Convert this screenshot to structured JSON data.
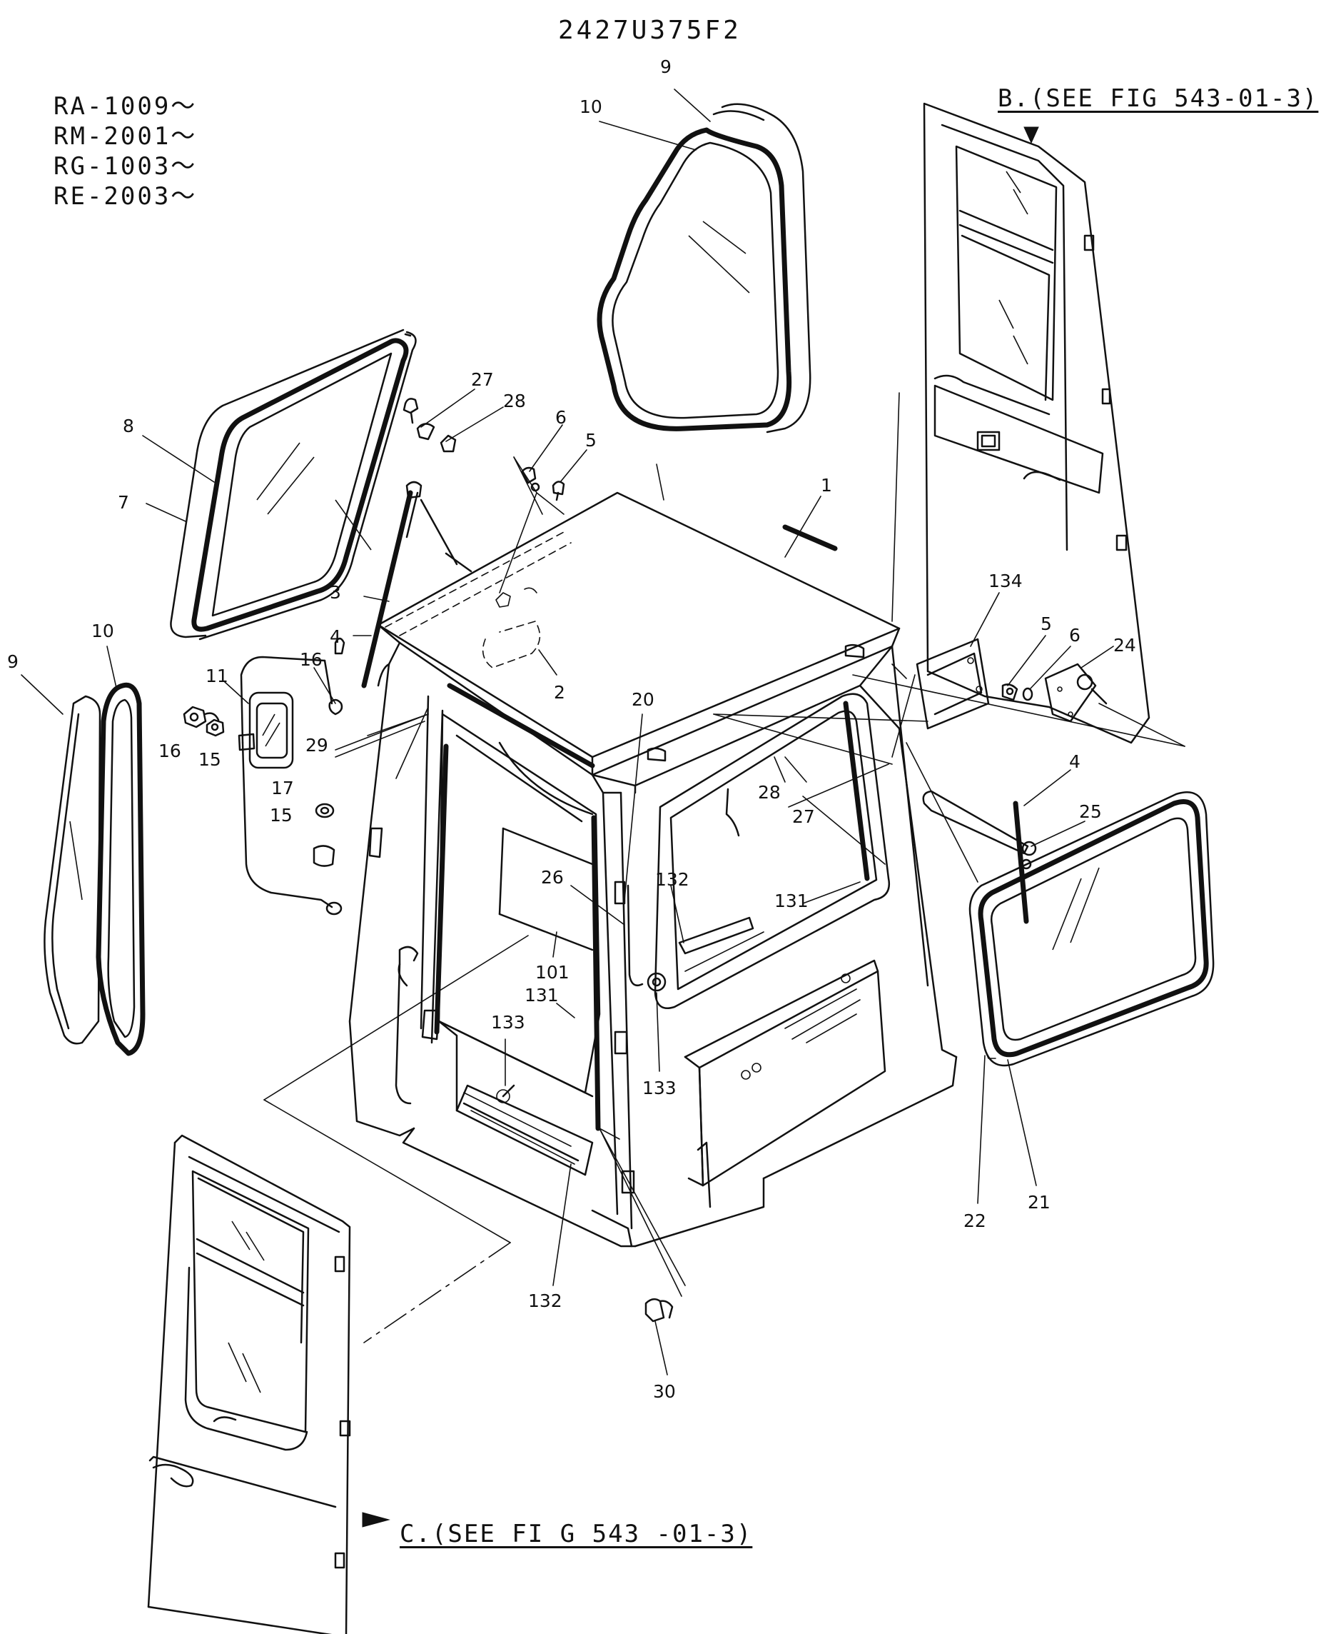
{
  "header": {
    "drawing_number": "2427U375F2",
    "serial_ranges": [
      "RA-1009～",
      "RM-2001～",
      "RG-1003～",
      "RE-2003～"
    ]
  },
  "references": {
    "b": "B.(SEE FIG 543-01-3)",
    "c": "C.(SEE FI G 543 -01-3)"
  },
  "callouts": [
    "9",
    "10",
    "27",
    "28",
    "6",
    "5",
    "1",
    "8",
    "7",
    "3",
    "4",
    "16",
    "11",
    "2",
    "20",
    "10",
    "9",
    "29",
    "16",
    "15",
    "17",
    "15",
    "134",
    "5",
    "6",
    "24",
    "4",
    "25",
    "28",
    "27",
    "131",
    "26",
    "132",
    "101",
    "131",
    "133",
    "133",
    "132",
    "30",
    "22",
    "21"
  ]
}
